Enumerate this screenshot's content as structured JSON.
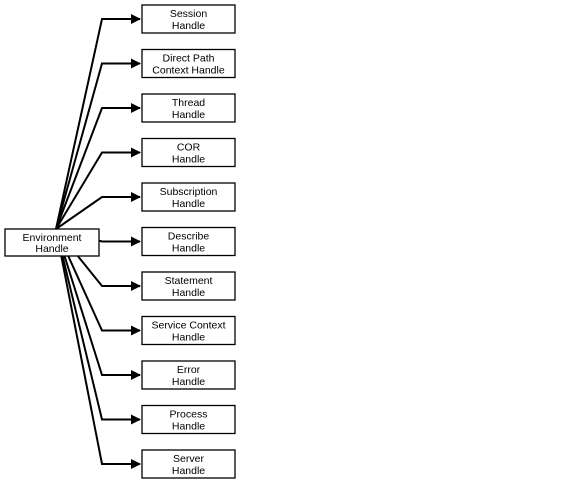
{
  "root": {
    "line1": "Environment",
    "line2": "Handle"
  },
  "children": [
    {
      "id": "session",
      "line1": "Session",
      "line2": "Handle"
    },
    {
      "id": "direct-path-context",
      "line1": "Direct Path",
      "line2": "Context Handle"
    },
    {
      "id": "thread",
      "line1": "Thread",
      "line2": "Handle"
    },
    {
      "id": "cor",
      "line1": "COR",
      "line2": "Handle"
    },
    {
      "id": "subscription",
      "line1": "Subscription",
      "line2": "Handle"
    },
    {
      "id": "describe",
      "line1": "Describe",
      "line2": "Handle"
    },
    {
      "id": "statement",
      "line1": "Statement",
      "line2": "Handle"
    },
    {
      "id": "service-context",
      "line1": "Service Context",
      "line2": "Handle"
    },
    {
      "id": "error",
      "line1": "Error",
      "line2": "Handle"
    },
    {
      "id": "process",
      "line1": "Process",
      "line2": "Handle"
    },
    {
      "id": "server",
      "line1": "Server",
      "line2": "Handle"
    }
  ]
}
